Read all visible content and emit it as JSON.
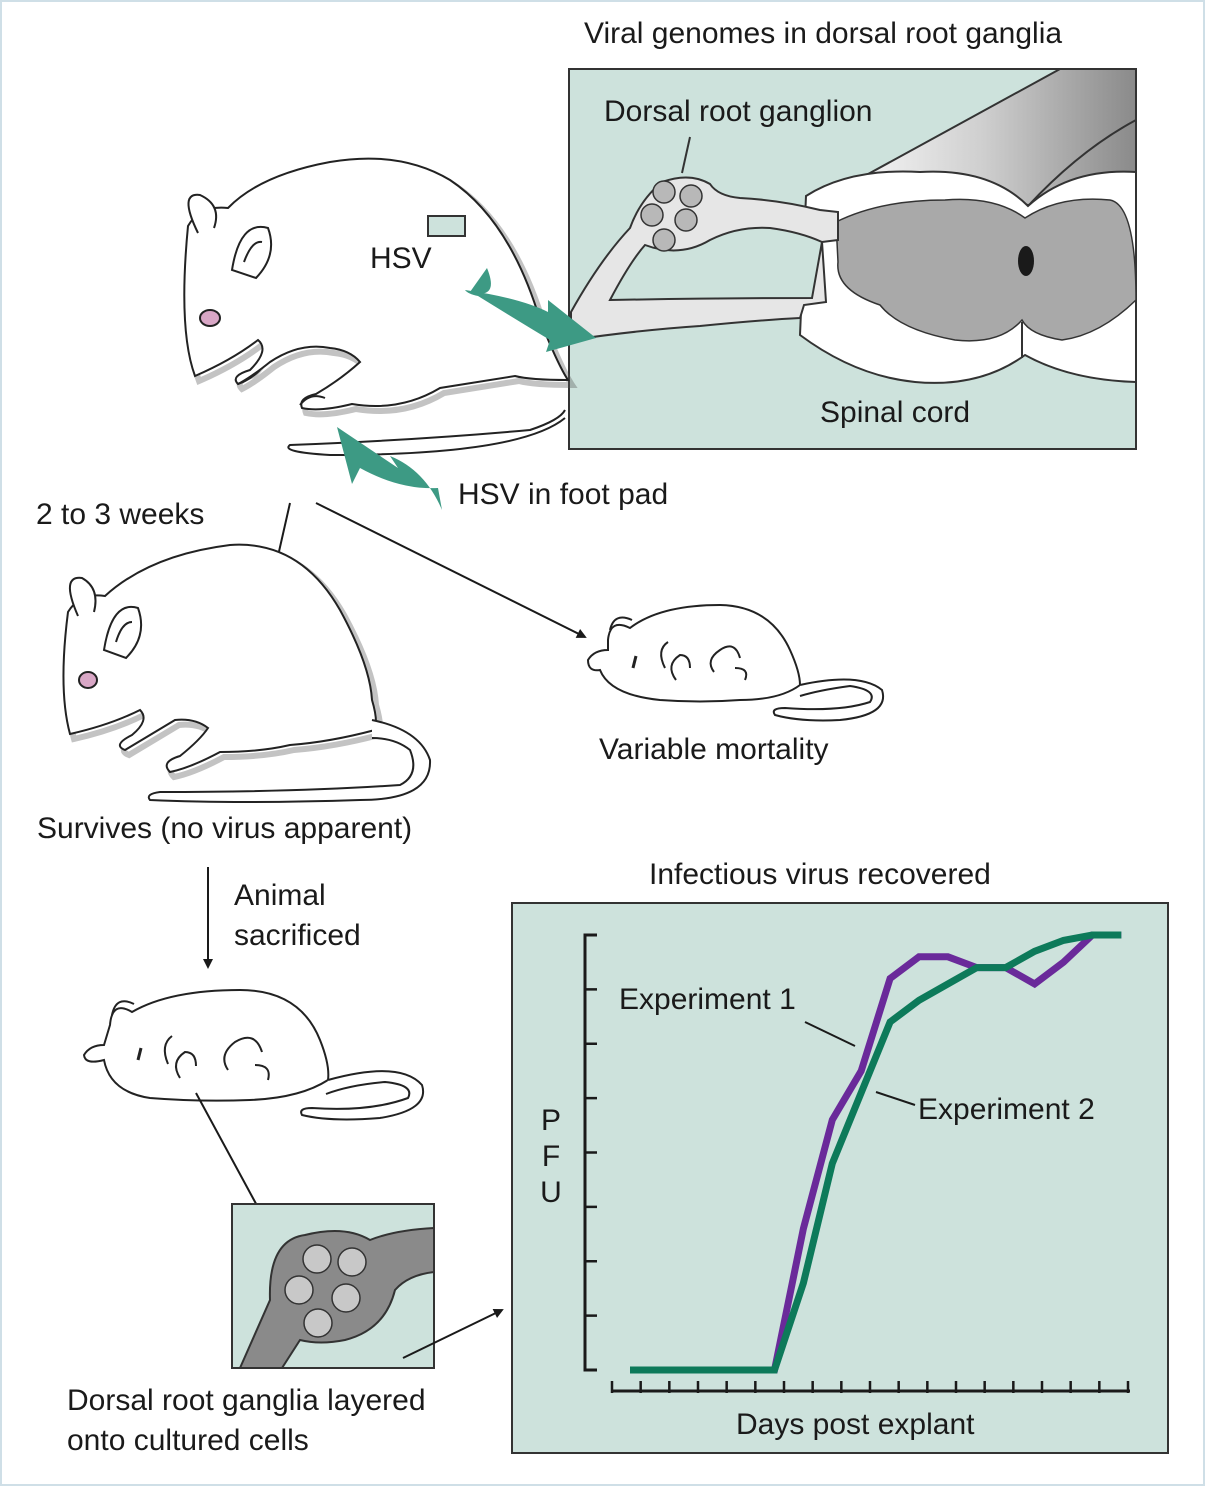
{
  "colors": {
    "panel_fill": "#cde2dc",
    "arrow_green": "#3d9a84",
    "experiment_1": "#6a2a9a",
    "experiment_2": "#0d7a5a",
    "eye": "#d9a7c6",
    "cord_gray": "#a9a9a9",
    "nerve_light": "#e6e6e6"
  },
  "labels": {
    "panel_title_genomes": "Viral genomes in dorsal root ganglia",
    "dorsal_root_ganglion": "Dorsal root ganglion",
    "spinal_cord": "Spinal cord",
    "hsv": "HSV",
    "hsv_foot_pad": "HSV in foot pad",
    "two_to_three_weeks": "2 to 3 weeks",
    "variable_mortality": "Variable mortality",
    "survives": "Survives (no virus apparent)",
    "animal_sacrificed_line1": "Animal",
    "animal_sacrificed_line2": "sacrificed",
    "ganglia_cultured_line1": "Dorsal root ganglia layered",
    "ganglia_cultured_line2": "onto cultured cells",
    "panel_title_recovered": "Infectious virus recovered"
  },
  "chart_data": {
    "type": "line",
    "title": "Infectious virus recovered",
    "xlabel": "Days post explant",
    "ylabel": "PFU",
    "x_tick_count": 18,
    "y_tick_count": 9,
    "series": [
      {
        "name": "Experiment 1",
        "values": [
          0,
          0,
          0,
          0,
          0,
          0,
          1.3,
          2.3,
          2.75,
          3.6,
          3.8,
          3.8,
          3.7,
          3.7,
          3.55,
          3.75,
          4.0,
          4.0
        ]
      },
      {
        "name": "Experiment 2",
        "values": [
          0,
          0,
          0,
          0,
          0,
          0,
          0.8,
          1.9,
          2.55,
          3.2,
          3.4,
          3.55,
          3.7,
          3.7,
          3.85,
          3.95,
          4.0,
          4.0
        ]
      }
    ],
    "ylim": [
      0,
      4
    ]
  }
}
